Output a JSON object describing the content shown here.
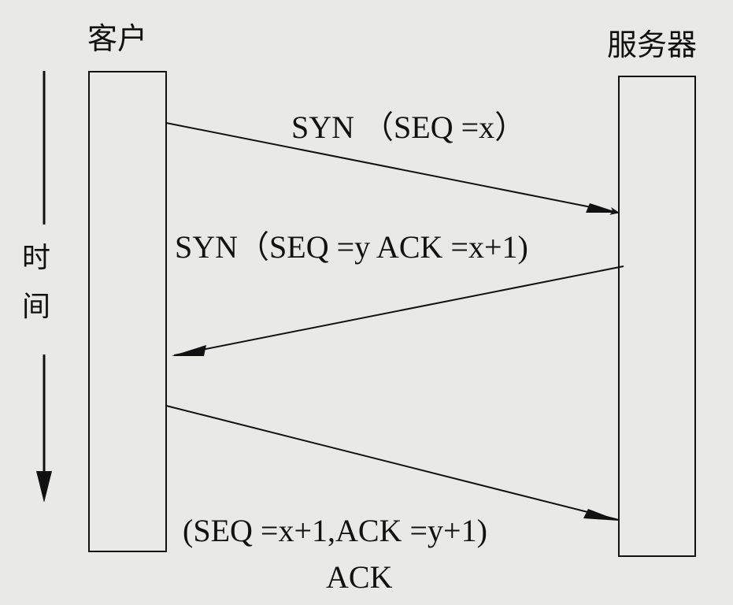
{
  "client": {
    "label": "客户"
  },
  "server": {
    "label": "服务器"
  },
  "time_axis": {
    "chars": [
      "时",
      "间"
    ]
  },
  "messages": [
    {
      "label": "SYN （SEQ =x）",
      "direction": "client-to-server"
    },
    {
      "label": "SYN（SEQ =y ACK =x+1)",
      "direction": "server-to-client"
    },
    {
      "label": "(SEQ =x+1,ACK =y+1)",
      "sublabel": "ACK",
      "direction": "client-to-server"
    }
  ],
  "colors": {
    "background": "#e9e9e7",
    "ink": "#111111"
  }
}
